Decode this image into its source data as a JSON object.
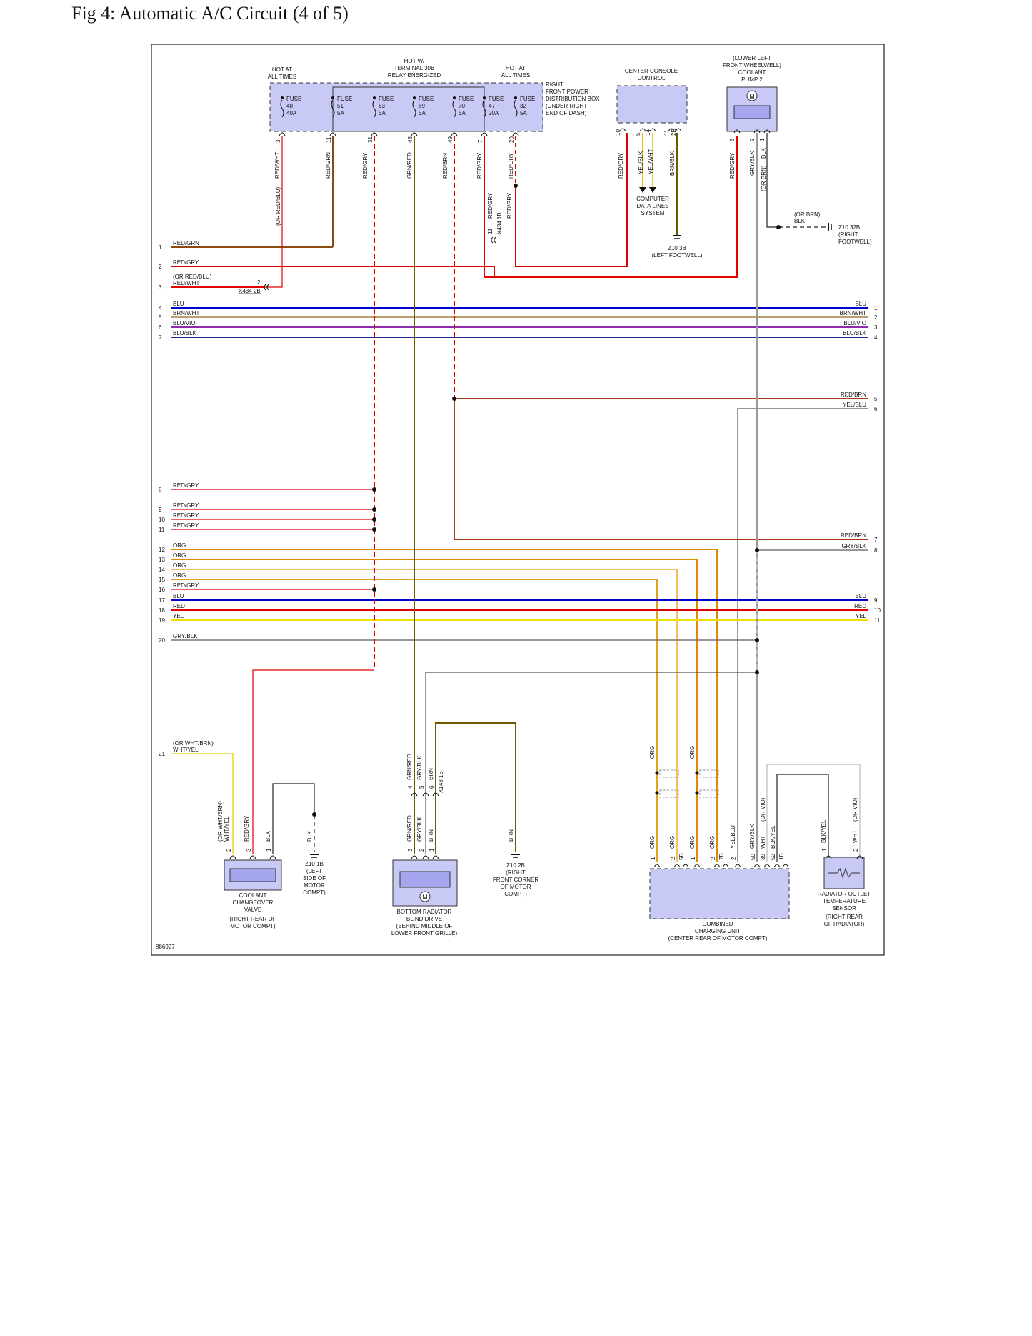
{
  "title": "Fig 4: Automatic A/C Circuit (4 of 5)",
  "figure_id": "886927",
  "colors": {
    "fuse_box_fill": "#c9c9f5",
    "red": "#e00000",
    "red_brown": "#a63a1a",
    "brown": "#8a4a10",
    "olive": "#6b5a00",
    "orange": "#e08a00",
    "light_orange": "#f2c060",
    "blue": "#0000c8",
    "tan": "#b8a070",
    "violet": "#8a2bb0",
    "yellow": "#f0e000",
    "gray": "#8a8a8a",
    "black": "#222222"
  },
  "power_labels": {
    "hot_at_all_times_1": [
      "HOT AT",
      "ALL TIMES"
    ],
    "hot_w_terminal": [
      "HOT W/",
      "TERMINAL 30B",
      "RELAY ENERGIZED"
    ],
    "hot_at_all_times_2": [
      "HOT AT",
      "ALL TIMES"
    ]
  },
  "fuse_box": {
    "caption": [
      "RIGHT",
      "FRONT POWER",
      "DISTRIBUTION BOX",
      "(UNDER RIGHT",
      "END OF DASH)"
    ],
    "fuses": [
      {
        "name": "FUSE",
        "number": "40",
        "amps": "40A",
        "pin": "3",
        "wire": "RED/WHT",
        "alt": "(OR RED/BLU)"
      },
      {
        "name": "FUSE",
        "number": "51",
        "amps": "5A",
        "pin": "11",
        "wire": "RED/GRN"
      },
      {
        "name": "FUSE",
        "number": "63",
        "amps": "5A",
        "pin": "31",
        "wire": "RED/GRY"
      },
      {
        "name": "FUSE",
        "number": "69",
        "amps": "5A",
        "pin": "48",
        "wire": "GRN/RED"
      },
      {
        "name": "FUSE",
        "number": "70",
        "amps": "5A",
        "pin": "49",
        "wire": "RED/BRN"
      },
      {
        "name": "FUSE",
        "number": "47",
        "amps": "20A",
        "pin": "7",
        "wire": "RED/GRY"
      },
      {
        "name": "FUSE",
        "number": "32",
        "amps": "5A",
        "pin": "20",
        "wire": "RED/GRY"
      }
    ]
  },
  "center_console": {
    "label": [
      "CENTER CONSOLE",
      "CONTROL"
    ],
    "pins": [
      "10",
      "5",
      "14",
      "11",
      "2B"
    ],
    "wires": [
      "RED/GRY",
      "YEL/BLK",
      "YEL/WHT",
      "BRN/BLK"
    ],
    "data_lines": [
      "COMPUTER",
      "DATA LINES",
      "SYSTEM"
    ],
    "ground": [
      "Z10 3B",
      "(LEFT FOOTWELL)"
    ]
  },
  "coolant_pump": {
    "label": [
      "(LOWER LEFT",
      "FRONT WHEELWELL)",
      "COOLANT",
      "PUMP 2"
    ],
    "pins": [
      "3",
      "2",
      "1"
    ],
    "wires": [
      "RED/GRY",
      "GRY/BLK",
      "BLK",
      "(OR BRN)"
    ],
    "ground_wire": [
      "(OR BRN)",
      "BLK"
    ],
    "ground": [
      "Z10 32B",
      "(RIGHT",
      "FOOTWELL)"
    ]
  },
  "connector_x434": {
    "pin_11": "11",
    "label": "X434 1B",
    "wire_a": "RED/GRY",
    "wire_b": "RED/GRY",
    "label_2b": "X434 2B",
    "pin_2": "2"
  },
  "left_bus": [
    {
      "n": "1",
      "wire": "RED/GRN"
    },
    {
      "n": "2",
      "wire": "RED/GRY"
    },
    {
      "n": "3",
      "wire": "RED/WHT",
      "alt": "(OR RED/BLU)"
    },
    {
      "n": "4",
      "wire": "BLU"
    },
    {
      "n": "5",
      "wire": "BRN/WHT"
    },
    {
      "n": "6",
      "wire": "BLU/VIO"
    },
    {
      "n": "7",
      "wire": "BLU/BLK"
    },
    {
      "n": "8",
      "wire": "RED/GRY"
    },
    {
      "n": "9",
      "wire": "RED/GRY"
    },
    {
      "n": "10",
      "wire": "RED/GRY"
    },
    {
      "n": "11",
      "wire": "RED/GRY"
    },
    {
      "n": "12",
      "wire": "ORG"
    },
    {
      "n": "13",
      "wire": "ORG"
    },
    {
      "n": "14",
      "wire": "ORG"
    },
    {
      "n": "15",
      "wire": "ORG"
    },
    {
      "n": "16",
      "wire": "RED/GRY"
    },
    {
      "n": "17",
      "wire": "BLU"
    },
    {
      "n": "18",
      "wire": "RED"
    },
    {
      "n": "19",
      "wire": "YEL"
    },
    {
      "n": "20",
      "wire": "GRY/BLK"
    },
    {
      "n": "21",
      "wire": "WHT/YEL",
      "alt": "(OR WHT/BRN)"
    }
  ],
  "right_bus": [
    {
      "n": "1",
      "wire": "BLU"
    },
    {
      "n": "2",
      "wire": "BRN/WHT"
    },
    {
      "n": "3",
      "wire": "BLU/VIO"
    },
    {
      "n": "4",
      "wire": "BLU/BLK"
    },
    {
      "n": "5",
      "wire": "RED/BRN"
    },
    {
      "n": "6",
      "wire": "YEL/BLU"
    },
    {
      "n": "7",
      "wire": "RED/BRN"
    },
    {
      "n": "8",
      "wire": "GRY/BLK"
    },
    {
      "n": "9",
      "wire": "BLU"
    },
    {
      "n": "10",
      "wire": "RED"
    },
    {
      "n": "11",
      "wire": "YEL"
    }
  ],
  "coolant_valve": {
    "label": [
      "COOLANT",
      "CHANGEOVER",
      "VALVE",
      "(RIGHT REAR OF",
      "MOTOR COMPT)"
    ],
    "pins": [
      "2",
      "3",
      "1"
    ],
    "wires": [
      "WHT/YEL",
      "(OR WHT/BRN)",
      "RED/GRY",
      "BLK"
    ],
    "ground_wire": "BLK",
    "ground": [
      "Z10 1B",
      "(LEFT",
      "SIDE OF",
      "MOTOR",
      "COMPT)"
    ]
  },
  "blind_drive": {
    "label": [
      "BOTTOM RADIATOR",
      "BLIND DRIVE",
      "(BEHIND MIDDLE OF",
      "LOWER FRONT GRILLE)"
    ],
    "pins": [
      "3",
      "2",
      "1"
    ],
    "upper_pins": [
      "4",
      "5",
      "6"
    ],
    "wires": [
      "GRN/RED",
      "GRY/BLK",
      "BRN"
    ],
    "connector": "X148 1B",
    "ground_wire": "BRN",
    "ground": [
      "Z10 2B",
      "(RIGHT",
      "FRONT CORNER",
      "OF MOTOR",
      "COMPT)"
    ]
  },
  "charging_unit": {
    "label": [
      "COMBINED",
      "CHARGING UNIT",
      "(CENTER REAR OF MOTOR COMPT)"
    ],
    "pins": [
      "1",
      "2",
      "5B",
      "1",
      "2",
      "7B",
      "2",
      "50",
      "39",
      "52",
      "1B"
    ],
    "upper_wires": [
      "ORG",
      "ORG"
    ],
    "wires": [
      "ORG",
      "ORG",
      "ORG",
      "ORG",
      "YEL/BLU",
      "GRY/BLK",
      "WHT",
      "(OR VIO)",
      "BLK/YEL"
    ]
  },
  "temp_sensor": {
    "label": [
      "RADIATOR OUTLET",
      "TEMPERATURE",
      "SENSOR",
      "(RIGHT REAR",
      "OF RADIATOR)"
    ],
    "pins": [
      "1",
      "2"
    ],
    "wires": [
      "BLK/YEL",
      "WHT",
      "(OR VIO)"
    ]
  }
}
